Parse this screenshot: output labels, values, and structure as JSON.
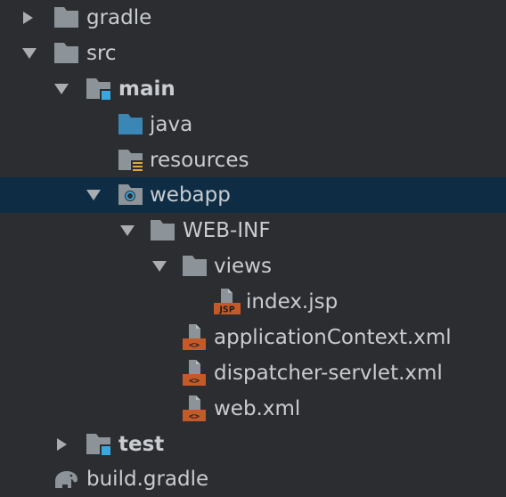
{
  "tree": {
    "items": [
      {
        "label": "gradle",
        "state": "collapsed",
        "icon": "folder-icon"
      },
      {
        "label": "src",
        "state": "expanded",
        "icon": "folder-icon"
      },
      {
        "label": "main",
        "state": "expanded",
        "icon": "source-root-folder-icon",
        "bold": true
      },
      {
        "label": "java",
        "state": "leaf",
        "icon": "java-source-folder-icon"
      },
      {
        "label": "resources",
        "state": "leaf",
        "icon": "resources-folder-icon"
      },
      {
        "label": "webapp",
        "state": "expanded",
        "icon": "web-folder-icon",
        "selected": true
      },
      {
        "label": "WEB-INF",
        "state": "expanded",
        "icon": "folder-icon"
      },
      {
        "label": "views",
        "state": "expanded",
        "icon": "folder-icon"
      },
      {
        "label": "index.jsp",
        "state": "leaf",
        "icon": "jsp-file-icon",
        "badge": "JSP"
      },
      {
        "label": "applicationContext.xml",
        "state": "leaf",
        "icon": "xml-file-icon",
        "badge": "<>"
      },
      {
        "label": "dispatcher-servlet.xml",
        "state": "leaf",
        "icon": "xml-file-icon",
        "badge": "<>"
      },
      {
        "label": "web.xml",
        "state": "leaf",
        "icon": "xml-file-icon",
        "badge": "<>"
      },
      {
        "label": "test",
        "state": "collapsed",
        "icon": "source-root-folder-icon",
        "bold": true
      },
      {
        "label": "build.gradle",
        "state": "leaf",
        "icon": "gradle-elephant-icon"
      }
    ]
  },
  "colors": {
    "background": "#2b2d30",
    "selection": "#0e2d44",
    "text": "#c9ccd1",
    "folder": "#8d9499",
    "source_root": "#3aa8e0",
    "java_folder": "#3a87b5",
    "resources_stripes": "#e0a93a",
    "file_badge": "#c55a28"
  }
}
